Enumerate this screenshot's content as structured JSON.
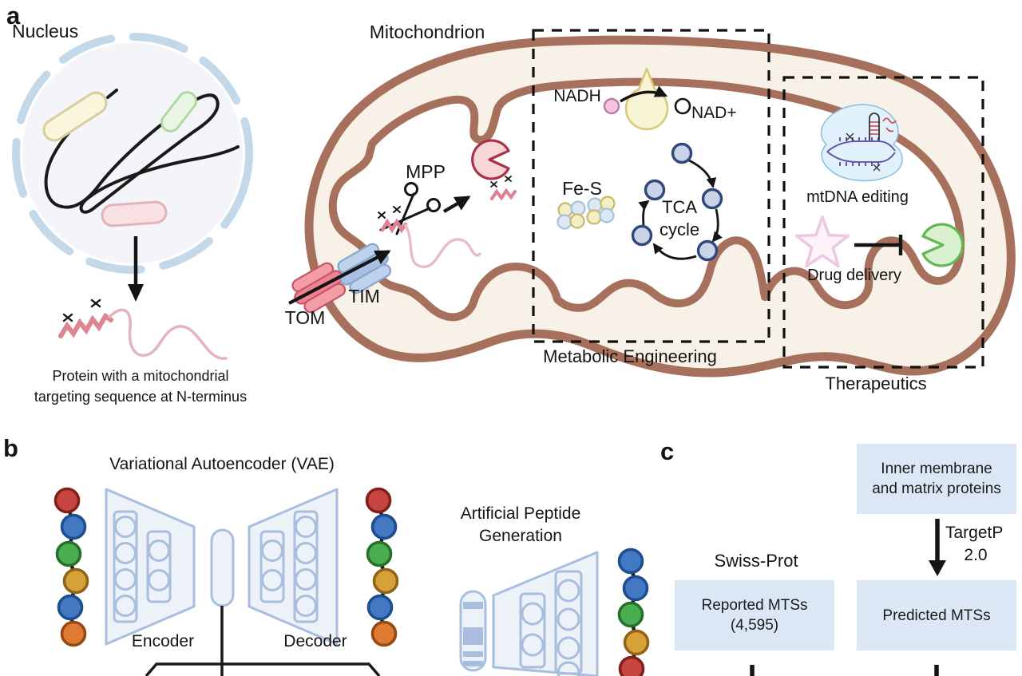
{
  "figure": {
    "panel_a_label": "a",
    "panel_b_label": "b",
    "panel_c_label": "c"
  },
  "panel_a": {
    "nucleus_label": "Nucleus",
    "mitochondrion_label": "Mitochondrion",
    "protein_caption_line1": "Protein with a mitochondrial",
    "protein_caption_line2": "targeting sequence at N-terminus",
    "nadh_label": "NADH",
    "nad_label": "NAD+",
    "mpp_label": "MPP",
    "fes_label": "Fe-S",
    "tca_label_line1": "TCA",
    "tca_label_line2": "cycle",
    "mtdna_label": "mtDNA editing",
    "drug_label": "Drug delivery",
    "tom_label": "TOM",
    "tim_label": "TIM",
    "metabolic_region_label": "Metabolic Engineering",
    "therapeutics_region_label": "Therapeutics"
  },
  "panel_b": {
    "title": "Variational Autoencoder (VAE)",
    "encoder_label": "Encoder",
    "decoder_label": "Decoder",
    "generation_label_line1": "Artificial Peptide",
    "generation_label_line2": "Generation"
  },
  "panel_c": {
    "swissprot_label": "Swiss-Prot",
    "targetp_label_line1": "TargetP",
    "targetp_label_line2": "2.0",
    "box_inner_line1": "Inner membrane",
    "box_inner_line2": "and matrix proteins",
    "box_reported_line1": "Reported MTSs",
    "box_reported_line2": "(4,595)",
    "box_predicted_label": "Predicted MTSs"
  },
  "colors": {
    "membrane_brown": "#a6705c",
    "intermembrane_cream": "#f8f1e8",
    "nucleus_envelope_blue": "#c3d9e9",
    "flowchart_box_blue": "#dbe7f4",
    "vae_outline_blue": "#a9bede",
    "vae_fill_blue": "#edf2f9",
    "bead_red": "#c64540",
    "bead_blue": "#4379c2",
    "bead_green": "#4aae51",
    "bead_gold": "#d6a139",
    "bead_orange": "#df7a35",
    "mts_pink_dark": "#dc8593",
    "protein_pink_light": "#e5b3bd",
    "pacman_red_stroke": "#a83149",
    "pacman_green_stroke": "#62b755",
    "complex_yellow": "#f8f3d2",
    "tca_node_fill": "#c9d4e9",
    "tca_node_stroke": "#30477b",
    "star_pink_stroke": "#ecc9e3",
    "mtdna_blob_blue": "#e1f1fb"
  }
}
